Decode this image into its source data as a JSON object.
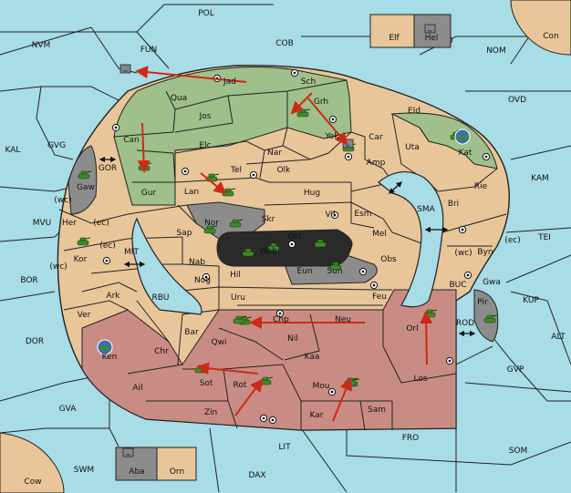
{
  "colors": {
    "sea": "#a8dce6",
    "land": "#e8c69a",
    "green": "#9fc08a",
    "red": "#c98c84",
    "gray": "#8c8c8c",
    "dark": "#2a2a2a",
    "border": "#222222",
    "arrow": "#cc2a16",
    "unit": "#3f8a2a",
    "fleet_badge": "#3a6fb0"
  },
  "labels": {
    "sea": [
      "POL",
      "NVM",
      "FUN",
      "COB",
      "NOM",
      "Con",
      "OVD",
      "KAL",
      "GVG",
      "KAM",
      "GOR",
      "SMA",
      "TEI",
      "MVU",
      "MIT",
      "BOR",
      "RBU",
      "BUC",
      "KUP",
      "DOR",
      "ROD",
      "ALT",
      "GVP",
      "GVA",
      "FRO",
      "SOM",
      "LIT",
      "SWM",
      "DAX",
      "Cow"
    ],
    "land": [
      "Elf",
      "Hel",
      "Jad",
      "Sch",
      "Qua",
      "Jos",
      "Grh",
      "Eld",
      "Can",
      "Yok",
      "Car",
      "Uta",
      "Kat",
      "Elc",
      "Nar",
      "Amp",
      "Gaw",
      "Gur",
      "Tel",
      "Olk",
      "Lan",
      "Hug",
      "Rie",
      "Bri",
      "Nor",
      "Skr",
      "Vil",
      "Esm",
      "Her",
      "Sap",
      "Ost",
      "Mel",
      "Byn",
      "Web",
      "Kor",
      "Nab",
      "Eun",
      "Obs",
      "Gwa",
      "Sun",
      "Hil",
      "Nog",
      "Ark",
      "Uru",
      "Feu",
      "Pir",
      "Ver",
      "Bar",
      "Chp",
      "Neu",
      "Orl",
      "Qwi",
      "Nil",
      "Ken",
      "Chr",
      "Kaa",
      "Ail",
      "Sot",
      "Rot",
      "Los",
      "Mou",
      "Zin",
      "Kar",
      "Sam",
      "Aba",
      "Orn"
    ],
    "coast_tags": [
      "(wc)",
      "(ec)",
      "(ec)",
      "(wc)",
      "(wc)",
      "(ec)"
    ]
  },
  "units": {
    "armies": 22,
    "fleets": 5,
    "blue_centers": [
      "Kat",
      "Ken"
    ]
  },
  "move_orders": [
    "Jad -> FUN",
    "Grh -> Yok",
    "Grh -> Sch",
    "Can -> Gur",
    "Tel -> Lan",
    "Neu -> Chp",
    "Rot -> Sot",
    "Zin -> Rot",
    "Kar -> Mou",
    "Los -> Orl"
  ]
}
